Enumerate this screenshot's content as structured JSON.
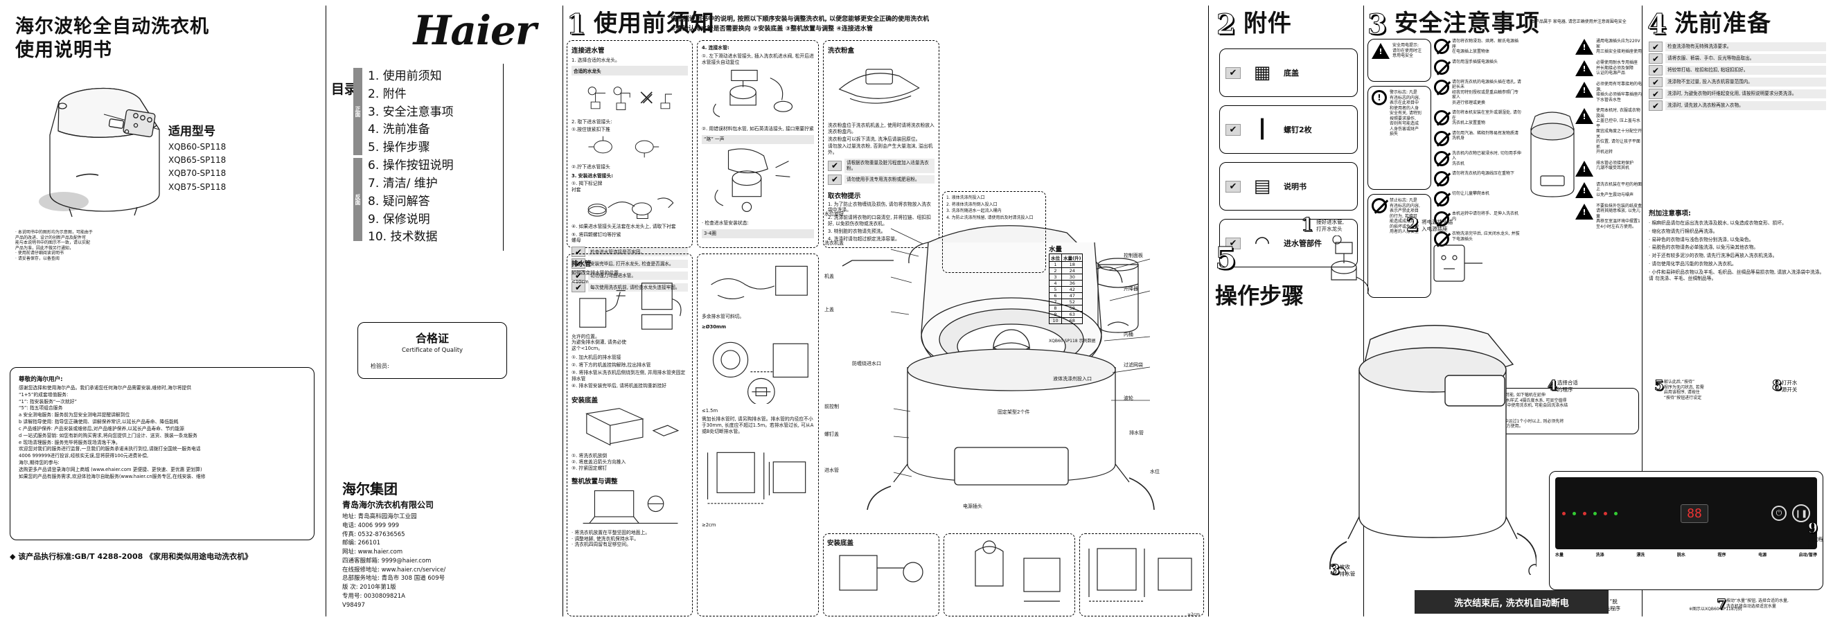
{
  "cover": {
    "brand_logo": "Haier",
    "title_line1": "海尔波轮全自动洗衣机",
    "title_line2": "使用说明书",
    "model_heading": "适用型号",
    "models": [
      "XQB60-SP118",
      "XQB65-SP118",
      "XQB70-SP118",
      "XQB75-SP118"
    ],
    "disclaimer": [
      "· 本说明书中的图形均为示意图，可能由于",
      "  产品的改进、设计的创新产品及配件可",
      "  能与本说明书中的图示不一致，请以实配",
      "  产品为准，因此不做另行通知，",
      "· 使用前请仔细阅读说明书",
      "· 请妥善保存，以备查阅"
    ]
  },
  "toc": {
    "label": "目录",
    "front_label": "正面",
    "back_label": "反面",
    "items": [
      "1. 使用前须知",
      "2. 附件",
      "3. 安全注意事项",
      "4. 洗前准备",
      "5. 操作步骤",
      "6. 操作按钮说明",
      "7. 清洁/ 维护",
      "8. 疑问解答",
      "9. 保修说明",
      "10. 技术数据"
    ]
  },
  "service": {
    "greeting": "尊敬的海尔用户:",
    "paragraphs": [
      "感谢您选择和使用海尔产品。我们承诺您任何海尔产品需要安装,维修时,海尔将提供",
      "“1+5”的成套增值服务:",
      "“1”: 指安装服务“一次就好”",
      "“5”: 指五项组合服务",
      "a 安全测电服务: 服务前为您安全测电并提醒讲解到位",
      "b 讲解指导使用: 指导您正确使用、讲解保养常识,以延长产品寿命、降低能耗",
      "c 产品维护保养: 产品安装或维修后,对产品维护保养,以延长产品寿命、节约能源",
      "d 一站式服务营销: 如您有新的购买需求,将向您提供上门设计、送货、换装一条龙服务",
      "e 现场清理服务: 服务完毕将服务现场清逸干净。",
      "欢迎您对我们的服务进行监督,一旦我们的服务承诺未执行到位,请拨打全国统一服务电话",
      "4006 999999进行投诉,经核实无误,您将获得100元进费补偿,",
      "海尔,期待您的参与:",
      "选购更多产品请登录海尔网上商城 (www.ehaier.com 更便捷、更快速、更优惠 更划算)",
      "如果您的产品有服务需求,欢迎体验海尔自助服务(www.haier.cn服务专区,在线安装、维修"
    ],
    "standard": "◆ 该产品执行标准:GB/T 4288-2008 《家用和类似用途电动洗衣机》"
  },
  "certificate": {
    "title_cn": "合格证",
    "title_en": "Certificate of Quality",
    "inspector": "检验员:"
  },
  "company": {
    "group": "海尔集团",
    "name": "青岛海尔洗衣机有限公司",
    "rows": [
      [
        "地址:",
        "青岛高科园海尔工业园"
      ],
      [
        "电话:",
        "4006 999 999"
      ],
      [
        "传真:",
        "0532-87636565"
      ],
      [
        "邮编:",
        "266101"
      ],
      [
        "网址:",
        "www.haier.com"
      ],
      [
        "四通客服邮箱:",
        "9999@haier.com"
      ],
      [
        "在线报修地址:",
        "www.haier.cn/service/"
      ],
      [
        "总部服务地址:",
        "青岛市 308 国道 609号"
      ],
      [
        "版 次:",
        "2010年第1版"
      ],
      [
        "专用号:",
        "0030809821A"
      ],
      [
        "",
        "V98497"
      ]
    ]
  },
  "s1": {
    "num": "1",
    "title": "使用前须知",
    "sub1": "请根据说明书中的说明, 按照以下顺序安装与调整洗衣机, 以便您能够更安全正确的使用洗衣机",
    "sub2": "①清确认排水管是否需要换向    ②安装底盖    ③整机放置与调整    ④连接进水管",
    "g1_title": "连接进水管",
    "g1_ok": "合适的水龙头",
    "g1_items": [
      "1. 选择合适的水龙头。",
      "2. 取下进水管接头:",
      "①.按住锁紧扣下推",
      "②.拧下进水管接头",
      "3. 安装进水管接头:",
      "①. 揭下标记牌",
      "衬套",
      "④. 如果进水管接头无法套在水龙头上, 请取下衬套",
      "⑤. 将四颗螺钉均等拧紧",
      "螺母",
      "· 检查进水管安装状态:"
    ],
    "g1_checks": [
      "检查进水管连接是否牢固。",
      "安装完毕后, 打开水龙头, 检查是否漏水。",
      "切勿强力弯曲进水管。",
      "每次使用洗衣机前, 请检查水龙头连接牢固。"
    ],
    "g1_notes": [
      "4. 连接水管:",
      "①. 左下滑动进水管接头, 插入洗衣机进水阀, 松开后进水管接头自动复位",
      "②. 用错误材料包水管, 如石英清洁接头, 接口需要拧紧",
      "3-4圈",
      "“喀” 一声"
    ],
    "g2_title": "排水管",
    "g2_sub": "如何改变排水管的位置",
    "g2_items": [
      "<10cm",
      "允许的位置。",
      "为避免排水倒灌, 请务必使这个<10cm。",
      "①. 加大机后的排水管接",
      "②. 将下方的机盖挂钩解除,拉出排水管",
      "③. 将排水管从洗衣机后侧绕到左侧, 并用排水管夹固定排水管",
      "④. 排水管安装完毕后, 请将机盖挂钩重新挂好"
    ],
    "g3_title": "安装底盖",
    "g3_items": [
      "①. 将洗衣机放倒",
      "②. 将底盖沿箭头方向推入",
      "③. 拧紧固定螺钉"
    ],
    "g4_title": "整机放置与调整",
    "g4_items": [
      "· 将洗衣机放置在平整坚固的地面上。",
      "· 调整地脚, 使洗衣机保持水平。",
      "· 洗衣机四周留有足够空间。",
      "≥2cm"
    ],
    "g5_title": "多余排水管可斜切。",
    "g5_items": [
      "≥Ø30mm",
      "≤1.5m",
      "需加长排水管时, 请另购排水管。排水管的内径应不小于30mm, 长度应不超过1.5m。若排水管过长, 可从A或B处切断排水管。"
    ]
  },
  "s1b": {
    "g_title": "洗衣粉盒",
    "g_items": [
      "洗衣粉盒位于洗衣机机盖上, 使用时请将洗衣粉放入洗衣粉盒内。",
      "洗衣粉盒可以拆下清洗, 洗净后请装回原位。",
      "请勿放入过量洗衣粉, 否则会产生大量泡沫, 溢出机外。"
    ],
    "notes": [
      "请根据衣物重量及脏污程度加入适量洗衣粉。",
      "请勿使用手洗专用洗衣粉或肥皂粉。"
    ],
    "g2_title": "取衣物提示",
    "g2_items": [
      "1. 为了防止衣物缠绕及损伤, 请勿将衣物放入洗衣袋中洗涤。",
      "2. 洗涤前请将衣物的口袋清空, 并将拉链、纽扣扣好, 以免损伤衣物或洗衣机。",
      "3. 特别脏的衣物请先预洗。",
      "4. 洗涤时请勿超过额定洗涤容量。"
    ]
  },
  "s1c": {
    "labels": [
      "水位旋钮",
      "洗衣机盖",
      "机盖",
      "上盖",
      "控制面板",
      "升降器",
      "内桶",
      "过滤网袋",
      "波轮",
      "前控制",
      "螺钉盖",
      "进水管",
      "排水管",
      "电源插头",
      "水位",
      "固定架型2个件",
      "防缠绕进水口",
      "液体洗涤剂投入口"
    ],
    "liquid_note": [
      "1. 液体洗涤剂投入口",
      "2. 将液体洗涤剂倒入投入口",
      "3. 洗涤剂随进水一起流入桶内",
      "4. 为防止洗涤剂残留, 请使用后及时清洗投入口"
    ],
    "water_table_title": "水量",
    "water_table_headers": [
      "水位",
      "水量(升)"
    ],
    "water_table_rows": [
      [
        "1",
        "18"
      ],
      [
        "2",
        "24"
      ],
      [
        "3",
        "30"
      ],
      [
        "4",
        "36"
      ],
      [
        "5",
        "42"
      ],
      [
        "6",
        "47"
      ],
      [
        "7",
        "52"
      ],
      [
        "8",
        "58"
      ],
      [
        "9",
        "63"
      ],
      [
        "10",
        "68"
      ]
    ],
    "model_note": "XQB60-SP118  示例数据"
  },
  "s2": {
    "num": "2",
    "title": "附件",
    "items": [
      "底盖",
      "螺钉2枚",
      "说明书",
      "进水管部件"
    ]
  },
  "s3": {
    "num": "3",
    "title": "安全注意事项",
    "sub": "本产品属于  家电器, 请您正确使用并注意周围电安全",
    "box1_title": "安全用电提示:\n请勿在使用时注\n意用电安全",
    "warn_title": "警示标志: 凡是\n有违标志的内容,\n表示在此项目中\n和使用者的人身\n安全有关, 请特别\n按照要求操作,\n否则有可能造成\n人身伤害或财产\n损失",
    "ban_title": "禁止标志: 凡是\n有违标志的内容,\n表示严禁此项目\n的行为, 若擅可\n能造成成危及机\n的损坏或危及使\n用者的人身安全",
    "left_checks": [
      "请勿将衣物浸泡、烘烤、解氏电源插座\n在电源插上放置物体",
      "请勿用湿手插拔电源插头",
      "请勿将洗衣机的电源插头插在墙孔, 请延长未\n经我司特别授权或是重启触参照门专家人\n员进行修理或更换",
      "请勿将本机安装在室外或潮湿处, 请勿在\n洗衣机上放置重物",
      "请勿用汽油、稀释剂等易挥发物质清洗机身",
      "洗衣机内衣物已被浸水时, 切勿用手伸入\n洗衣机",
      "请勿将洗衣机的电源线压在重物下",
      "切勿让儿童攀爬本机",
      "本机运转中请勿将手、足伸入洗衣机内",
      "衣物洗涤完毕后, 应关闭水龙头, 并拔下电源插头"
    ],
    "right_checks": [
      "通用电源插头应为220V家\n用三插安全接地插座使用",
      "必需使用耐水专用插座\n并长期接必须及保障\n认证的电源产品",
      "必须使用有可靠接地的电源,\n接插头必须插牢靠插座内\n下水管去水性",
      "使用本机时, 衣服或衣物旋出\n上盖已控中, 压上盖与水平\n面宜成角度之十分配空开关\n的位置, 请勿让孩子平面抓\n开机运转",
      "排水管必须接地保护\n几潮不缓受耳其机",
      "请洗衣机装在平坦的地面上\n以免产生震动与噪声",
      "不要抬抹外包装的纸皮盒\n请将其随意堆放, 以免儿童\n具移至室温环境中摆置1至4小时左右方使用。"
    ],
    "note_box": "洗衣机的放置、使水容量高限于一定可能, 如下幅机在延伸\n洗涤器(如标准器/ 14268-2008的温水样式 4摄氏度水系, 可显空值得\n摆放正, 而在温度为0℃或以下的环境中使用洗衣机, 可能会因洗涤水结\n冰而损坏洗衣机。",
    "note_box2": "如果本机在温度为0℃或以下的环境中运过1个小时以上, 则必须先将\n其移至室温环境中摆置1至4小时左右方使用。"
  },
  "s4": {
    "num": "4",
    "title": "洗前准备",
    "checks": [
      "检查洗涤物有无特殊洗涤要求。",
      "请将衣服、裤袋、手巾、反光等物品取出。",
      "将较带打结、栓扣和拉扣, 粘钮扣扣好。",
      "洗涤物不宜过量, 投入洗衣机容量范围内。",
      "洗涤时, 为避免衣物的纤维起变化用, 请按照说明要求分类洗涤。",
      "洗涤时, 请先放入洗衣粉再放入衣物。"
    ],
    "note_title": "剂加注意事项:",
    "notes": [
      "· 棉麻织品请勿在运出洗衣洗涤及脱水, 以免造成衣物变形、损坏。",
      "· 缩化衣物请先行棉织品再洗涤。",
      "· 易碎色的衣物请与浅色衣物分别洗涤, 以免染色。",
      "· 易脱色的衣物请务必单独洗涤, 以免污染其他衣物。",
      "· 对于还有较多泥沙的衣物, 请先行洗净后再放入洗衣机洗涤。",
      "· 请勿使用化学品污能的衣物放入洗衣机。",
      "· 小件和易碎织品衣物以及羊毛、毛织品、丝绸品等易损衣物, 请放入洗涤袋中洗涤。请\n勿洗涤、羊毛、丝绸制品等。"
    ]
  },
  "s5": {
    "num": "5",
    "title": "操作步骤",
    "steps": [
      {
        "n": "1",
        "text": "接好进水管,\n打开水龙头"
      },
      {
        "n": "2",
        "text": "将电源插头插\n入电源插座"
      },
      {
        "n": "3",
        "text": "放收\n排水管"
      },
      {
        "n": "4",
        "text": "选择合适\n的程序"
      },
      {
        "n": "5",
        "text": "敲认此后,“按待”\n程序为无闪状态, 若需\n启用该程序, 请按住\n“按待”按钮进行设定"
      },
      {
        "n": "6",
        "text": "按动“洗涤”、“漂洗”、“脱\n水”按钮, 选择合适的洗程序"
      },
      {
        "n": "7",
        "text": "按动“水量”按钮, 选择合适的水量,\n洗衣机将自动选择适宜水量"
      },
      {
        "n": "8",
        "text": "打开水\n源开关"
      },
      {
        "n": "9",
        "text": "启动程\n序"
      }
    ],
    "footer": "洗衣结束后, 洗衣机自动断电",
    "panel_note": "※图示以XQB60-SP118为例",
    "panel_labels": [
      "水量",
      "洗涤",
      "漂洗",
      "脱水",
      "程序",
      "电源",
      "启动/暂停"
    ]
  },
  "colors": {
    "ink": "#111111",
    "grey": "#8b8b8b",
    "light": "#e8e8e8"
  }
}
